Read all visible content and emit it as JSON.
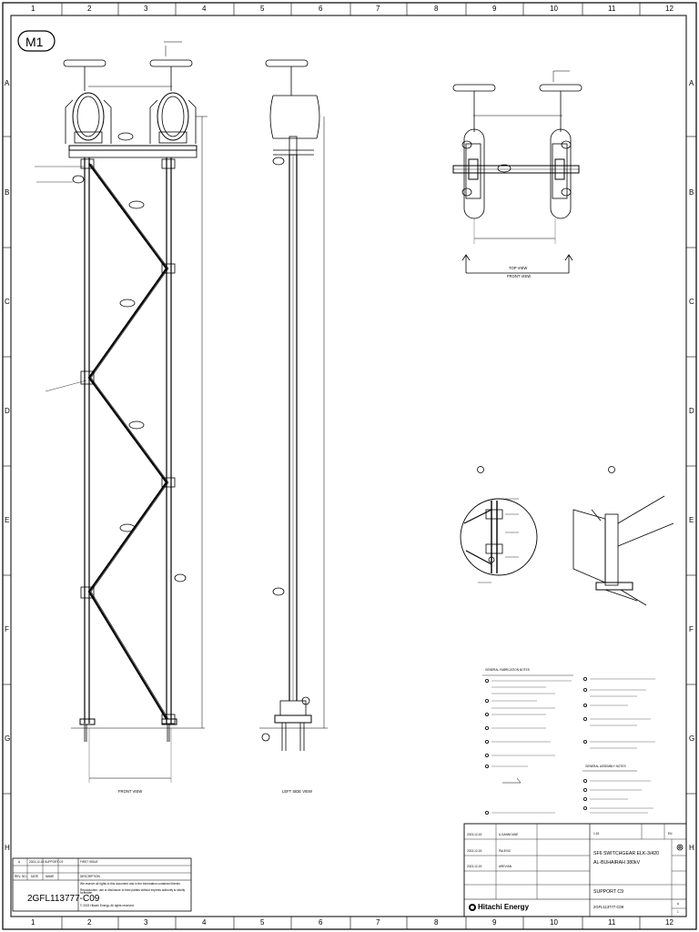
{
  "sheet_id": "M1",
  "zones": {
    "columns": [
      "1",
      "2",
      "3",
      "4",
      "5",
      "6",
      "7",
      "8",
      "9",
      "10",
      "11",
      "12"
    ],
    "rows": [
      "A",
      "B",
      "C",
      "D",
      "E",
      "F",
      "G",
      "H"
    ]
  },
  "views": {
    "front_view": "FRONT VIEW",
    "left_side_view": "LEFT SIDE VIEW",
    "top_view": "TOP VIEW",
    "front_view_arrow": "FRONT VIEW"
  },
  "notes_title": "GENERAL FABRICATION NOTES",
  "notes_right_title": "GENERAL ASSEMBLY NOTES",
  "revision_block": {
    "rows": [
      {
        "rev": "A",
        "date": "2023-12-15",
        "desc": "SUPPORT C9",
        "by": "FIRST ISSUE"
      }
    ],
    "headers": {
      "rev": "REV. NO.",
      "date": "DATE",
      "name": "NAME",
      "desc": "DESCRIPTION"
    }
  },
  "legal": {
    "line1": "We reserve all rights in this document and in the information contained therein.",
    "line2": "Reproduction, use or disclosure to third parties without express authority is strictly forbidden.",
    "line3": "© 2023 Hitachi Energy. All rights reserved."
  },
  "doc_number_left": "2GFL113777-C09",
  "title_block": {
    "project_line1": "SF6 SWITCHGEAR ELK-3/420",
    "project_line2": "AL-BUHAIRAH 380kV",
    "drawing_title": "SUPPORT C9",
    "doc_number": "2GFL113777-C09",
    "lang": "EN",
    "rev": "A",
    "sheet": "1",
    "brand": "Hitachi Energy",
    "dates": [
      "2023-12-15",
      "2023-12-15",
      "2023-12-15"
    ],
    "names": [
      "A.GANNOUNE",
      "PALEVIC",
      "AREVIAN"
    ],
    "scale": "1:15"
  }
}
